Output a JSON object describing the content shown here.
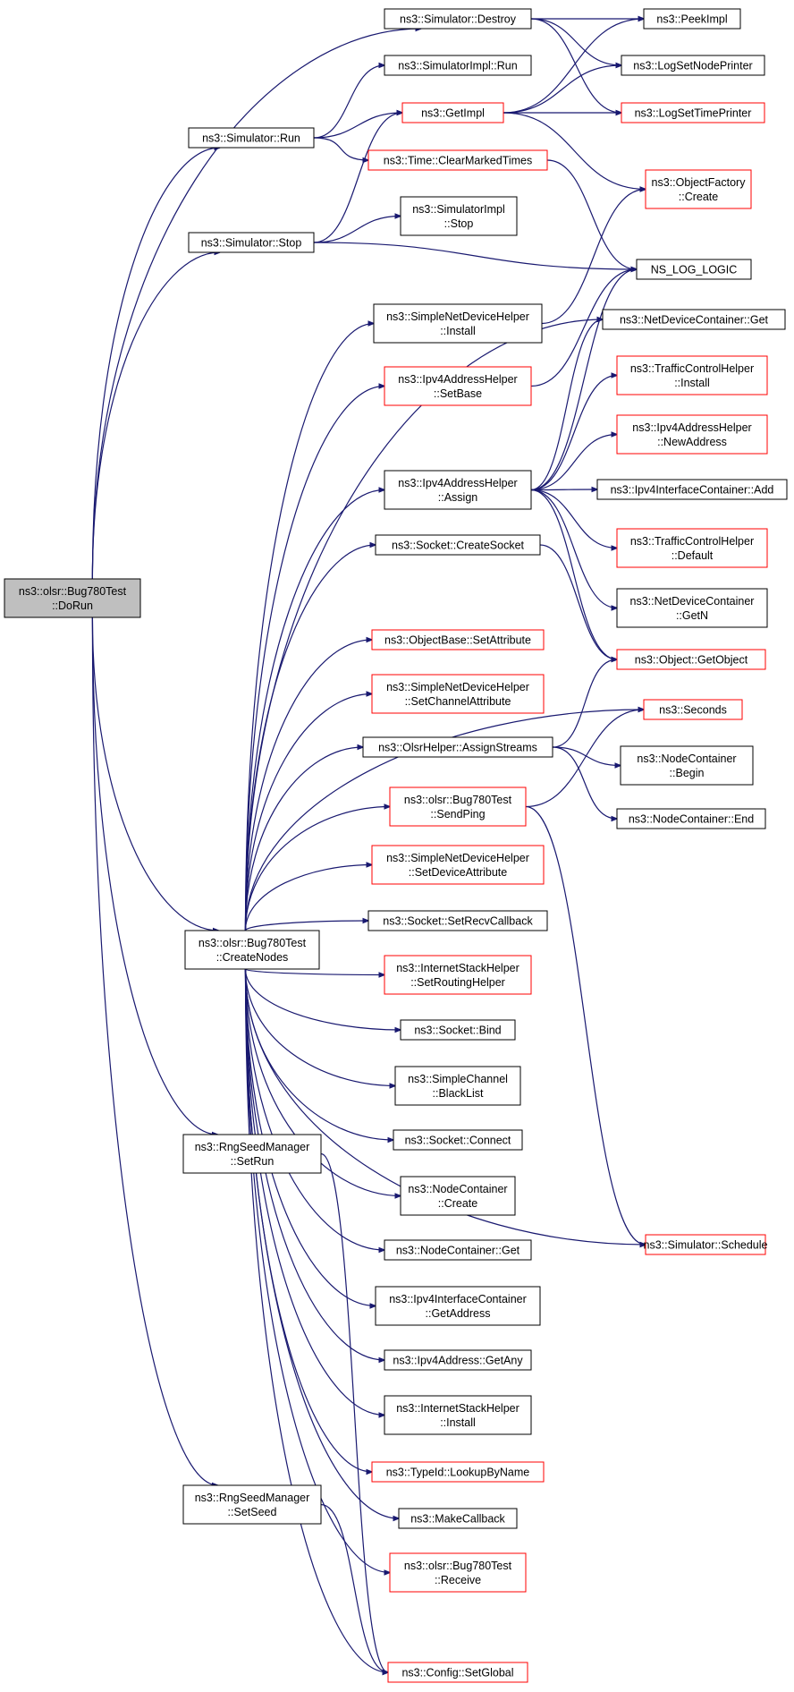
{
  "colors": {
    "edge": "#191970",
    "node_border_default": "#000000",
    "node_border_truncated": "#ff0000",
    "node_fill": "#ffffff",
    "root_fill": "#bfbfbf"
  },
  "nodes": [
    {
      "id": "root",
      "lines": [
        "ns3::olsr::Bug780Test",
        "::DoRun"
      ],
      "style": "root"
    },
    {
      "id": "sim_destroy",
      "lines": [
        "ns3::Simulator::Destroy"
      ],
      "style": "black"
    },
    {
      "id": "peekimpl",
      "lines": [
        "ns3::PeekImpl"
      ],
      "style": "black"
    },
    {
      "id": "simimpl_run",
      "lines": [
        "ns3::SimulatorImpl::Run"
      ],
      "style": "black"
    },
    {
      "id": "lognodeprinter",
      "lines": [
        "ns3::LogSetNodePrinter"
      ],
      "style": "black"
    },
    {
      "id": "sim_run",
      "lines": [
        "ns3::Simulator::Run"
      ],
      "style": "black"
    },
    {
      "id": "getimpl",
      "lines": [
        "ns3::GetImpl"
      ],
      "style": "red"
    },
    {
      "id": "logtimeprinter",
      "lines": [
        "ns3::LogSetTimePrinter"
      ],
      "style": "red"
    },
    {
      "id": "clearmarked",
      "lines": [
        "ns3::Time::ClearMarkedTimes"
      ],
      "style": "red"
    },
    {
      "id": "objfactory",
      "lines": [
        "ns3::ObjectFactory",
        "::Create"
      ],
      "style": "red"
    },
    {
      "id": "simimpl_stop",
      "lines": [
        "ns3::SimulatorImpl",
        "::Stop"
      ],
      "style": "black"
    },
    {
      "id": "sim_stop",
      "lines": [
        "ns3::Simulator::Stop"
      ],
      "style": "black"
    },
    {
      "id": "nslog",
      "lines": [
        "NS_LOG_LOGIC"
      ],
      "style": "black"
    },
    {
      "id": "sndh_install",
      "lines": [
        "ns3::SimpleNetDeviceHelper",
        "::Install"
      ],
      "style": "black"
    },
    {
      "id": "ndc_get",
      "lines": [
        "ns3::NetDeviceContainer::Get"
      ],
      "style": "black"
    },
    {
      "id": "ipv4ah_setbase",
      "lines": [
        "ns3::Ipv4AddressHelper",
        "::SetBase"
      ],
      "style": "red"
    },
    {
      "id": "tch_install",
      "lines": [
        "ns3::TrafficControlHelper",
        "::Install"
      ],
      "style": "red"
    },
    {
      "id": "ipv4ah_newaddr",
      "lines": [
        "ns3::Ipv4AddressHelper",
        "::NewAddress"
      ],
      "style": "red"
    },
    {
      "id": "ipv4ah_assign",
      "lines": [
        "ns3::Ipv4AddressHelper",
        "::Assign"
      ],
      "style": "black"
    },
    {
      "id": "ipv4ic_add",
      "lines": [
        "ns3::Ipv4InterfaceContainer::Add"
      ],
      "style": "black"
    },
    {
      "id": "tch_default",
      "lines": [
        "ns3::TrafficControlHelper",
        "::Default"
      ],
      "style": "red"
    },
    {
      "id": "sock_create",
      "lines": [
        "ns3::Socket::CreateSocket"
      ],
      "style": "black"
    },
    {
      "id": "ndc_getn",
      "lines": [
        "ns3::NetDeviceContainer",
        "::GetN"
      ],
      "style": "black"
    },
    {
      "id": "objbase_setattr",
      "lines": [
        "ns3::ObjectBase::SetAttribute"
      ],
      "style": "red"
    },
    {
      "id": "obj_getobject",
      "lines": [
        "ns3::Object::GetObject"
      ],
      "style": "red"
    },
    {
      "id": "sndh_setchan",
      "lines": [
        "ns3::SimpleNetDeviceHelper",
        "::SetChannelAttribute"
      ],
      "style": "red"
    },
    {
      "id": "seconds",
      "lines": [
        "ns3::Seconds"
      ],
      "style": "red"
    },
    {
      "id": "olsr_assign",
      "lines": [
        "ns3::OlsrHelper::AssignStreams"
      ],
      "style": "black"
    },
    {
      "id": "nc_begin",
      "lines": [
        "ns3::NodeContainer",
        "::Begin"
      ],
      "style": "black"
    },
    {
      "id": "sendping",
      "lines": [
        "ns3::olsr::Bug780Test",
        "::SendPing"
      ],
      "style": "red"
    },
    {
      "id": "nc_end",
      "lines": [
        "ns3::NodeContainer::End"
      ],
      "style": "black"
    },
    {
      "id": "sndh_setdev",
      "lines": [
        "ns3::SimpleNetDeviceHelper",
        "::SetDeviceAttribute"
      ],
      "style": "red"
    },
    {
      "id": "sock_setrecv",
      "lines": [
        "ns3::Socket::SetRecvCallback"
      ],
      "style": "black"
    },
    {
      "id": "createnodes",
      "lines": [
        "ns3::olsr::Bug780Test",
        "::CreateNodes"
      ],
      "style": "black"
    },
    {
      "id": "ish_setrouting",
      "lines": [
        "ns3::InternetStackHelper",
        "::SetRoutingHelper"
      ],
      "style": "red"
    },
    {
      "id": "sock_bind",
      "lines": [
        "ns3::Socket::Bind"
      ],
      "style": "black"
    },
    {
      "id": "sc_blacklist",
      "lines": [
        "ns3::SimpleChannel",
        "::BlackList"
      ],
      "style": "black"
    },
    {
      "id": "sock_connect",
      "lines": [
        "ns3::Socket::Connect"
      ],
      "style": "black"
    },
    {
      "id": "rng_setrun",
      "lines": [
        "ns3::RngSeedManager",
        "::SetRun"
      ],
      "style": "black"
    },
    {
      "id": "nc_create",
      "lines": [
        "ns3::NodeContainer",
        "::Create"
      ],
      "style": "black"
    },
    {
      "id": "nc_get",
      "lines": [
        "ns3::NodeContainer::Get"
      ],
      "style": "black"
    },
    {
      "id": "sim_schedule",
      "lines": [
        "ns3::Simulator::Schedule"
      ],
      "style": "red"
    },
    {
      "id": "ipv4ic_getaddr",
      "lines": [
        "ns3::Ipv4InterfaceContainer",
        "::GetAddress"
      ],
      "style": "black"
    },
    {
      "id": "ipv4a_getany",
      "lines": [
        "ns3::Ipv4Address::GetAny"
      ],
      "style": "black"
    },
    {
      "id": "ish_install",
      "lines": [
        "ns3::InternetStackHelper",
        "::Install"
      ],
      "style": "black"
    },
    {
      "id": "typeid_lookup",
      "lines": [
        "ns3::TypeId::LookupByName"
      ],
      "style": "red"
    },
    {
      "id": "rng_setseed",
      "lines": [
        "ns3::RngSeedManager",
        "::SetSeed"
      ],
      "style": "black"
    },
    {
      "id": "makecallback",
      "lines": [
        "ns3::MakeCallback"
      ],
      "style": "black"
    },
    {
      "id": "receive",
      "lines": [
        "ns3::olsr::Bug780Test",
        "::Receive"
      ],
      "style": "red"
    },
    {
      "id": "config_setglobal",
      "lines": [
        "ns3::Config::SetGlobal"
      ],
      "style": "red"
    }
  ],
  "edges": [
    [
      "root",
      "sim_destroy"
    ],
    [
      "root",
      "sim_run"
    ],
    [
      "root",
      "sim_stop"
    ],
    [
      "root",
      "createnodes"
    ],
    [
      "root",
      "rng_setrun"
    ],
    [
      "root",
      "rng_setseed"
    ],
    [
      "sim_destroy",
      "peekimpl"
    ],
    [
      "sim_destroy",
      "lognodeprinter"
    ],
    [
      "sim_destroy",
      "logtimeprinter"
    ],
    [
      "sim_run",
      "simimpl_run"
    ],
    [
      "sim_run",
      "getimpl"
    ],
    [
      "sim_run",
      "clearmarked"
    ],
    [
      "getimpl",
      "peekimpl"
    ],
    [
      "getimpl",
      "lognodeprinter"
    ],
    [
      "getimpl",
      "logtimeprinter"
    ],
    [
      "getimpl",
      "objfactory"
    ],
    [
      "clearmarked",
      "nslog"
    ],
    [
      "sim_stop",
      "getimpl"
    ],
    [
      "sim_stop",
      "simimpl_stop"
    ],
    [
      "sim_stop",
      "nslog"
    ],
    [
      "sndh_install",
      "objfactory"
    ],
    [
      "ipv4ah_setbase",
      "nslog"
    ],
    [
      "ipv4ah_assign",
      "nslog"
    ],
    [
      "ipv4ah_assign",
      "ndc_get"
    ],
    [
      "ipv4ah_assign",
      "tch_install"
    ],
    [
      "ipv4ah_assign",
      "ipv4ah_newaddr"
    ],
    [
      "ipv4ah_assign",
      "ipv4ic_add"
    ],
    [
      "ipv4ah_assign",
      "tch_default"
    ],
    [
      "ipv4ah_assign",
      "ndc_getn"
    ],
    [
      "ipv4ah_assign",
      "obj_getobject"
    ],
    [
      "sock_create",
      "obj_getobject"
    ],
    [
      "olsr_assign",
      "obj_getobject"
    ],
    [
      "olsr_assign",
      "nc_begin"
    ],
    [
      "olsr_assign",
      "nc_end"
    ],
    [
      "sendping",
      "seconds"
    ],
    [
      "sendping",
      "sim_schedule"
    ],
    [
      "createnodes",
      "ndc_get"
    ],
    [
      "createnodes",
      "sndh_install"
    ],
    [
      "createnodes",
      "ipv4ah_setbase"
    ],
    [
      "createnodes",
      "ipv4ah_assign"
    ],
    [
      "createnodes",
      "sock_create"
    ],
    [
      "createnodes",
      "seconds"
    ],
    [
      "createnodes",
      "objbase_setattr"
    ],
    [
      "createnodes",
      "sndh_setchan"
    ],
    [
      "createnodes",
      "olsr_assign"
    ],
    [
      "createnodes",
      "sendping"
    ],
    [
      "createnodes",
      "sndh_setdev"
    ],
    [
      "createnodes",
      "sock_setrecv"
    ],
    [
      "createnodes",
      "ish_setrouting"
    ],
    [
      "createnodes",
      "sock_bind"
    ],
    [
      "createnodes",
      "sc_blacklist"
    ],
    [
      "createnodes",
      "sock_connect"
    ],
    [
      "createnodes",
      "nc_create"
    ],
    [
      "createnodes",
      "nc_get"
    ],
    [
      "createnodes",
      "ipv4ic_getaddr"
    ],
    [
      "createnodes",
      "ipv4a_getany"
    ],
    [
      "createnodes",
      "ish_install"
    ],
    [
      "createnodes",
      "typeid_lookup"
    ],
    [
      "createnodes",
      "makecallback"
    ],
    [
      "createnodes",
      "receive"
    ],
    [
      "createnodes",
      "config_setglobal"
    ],
    [
      "createnodes",
      "sim_schedule"
    ],
    [
      "rng_setrun",
      "config_setglobal"
    ],
    [
      "rng_setseed",
      "config_setglobal"
    ]
  ]
}
